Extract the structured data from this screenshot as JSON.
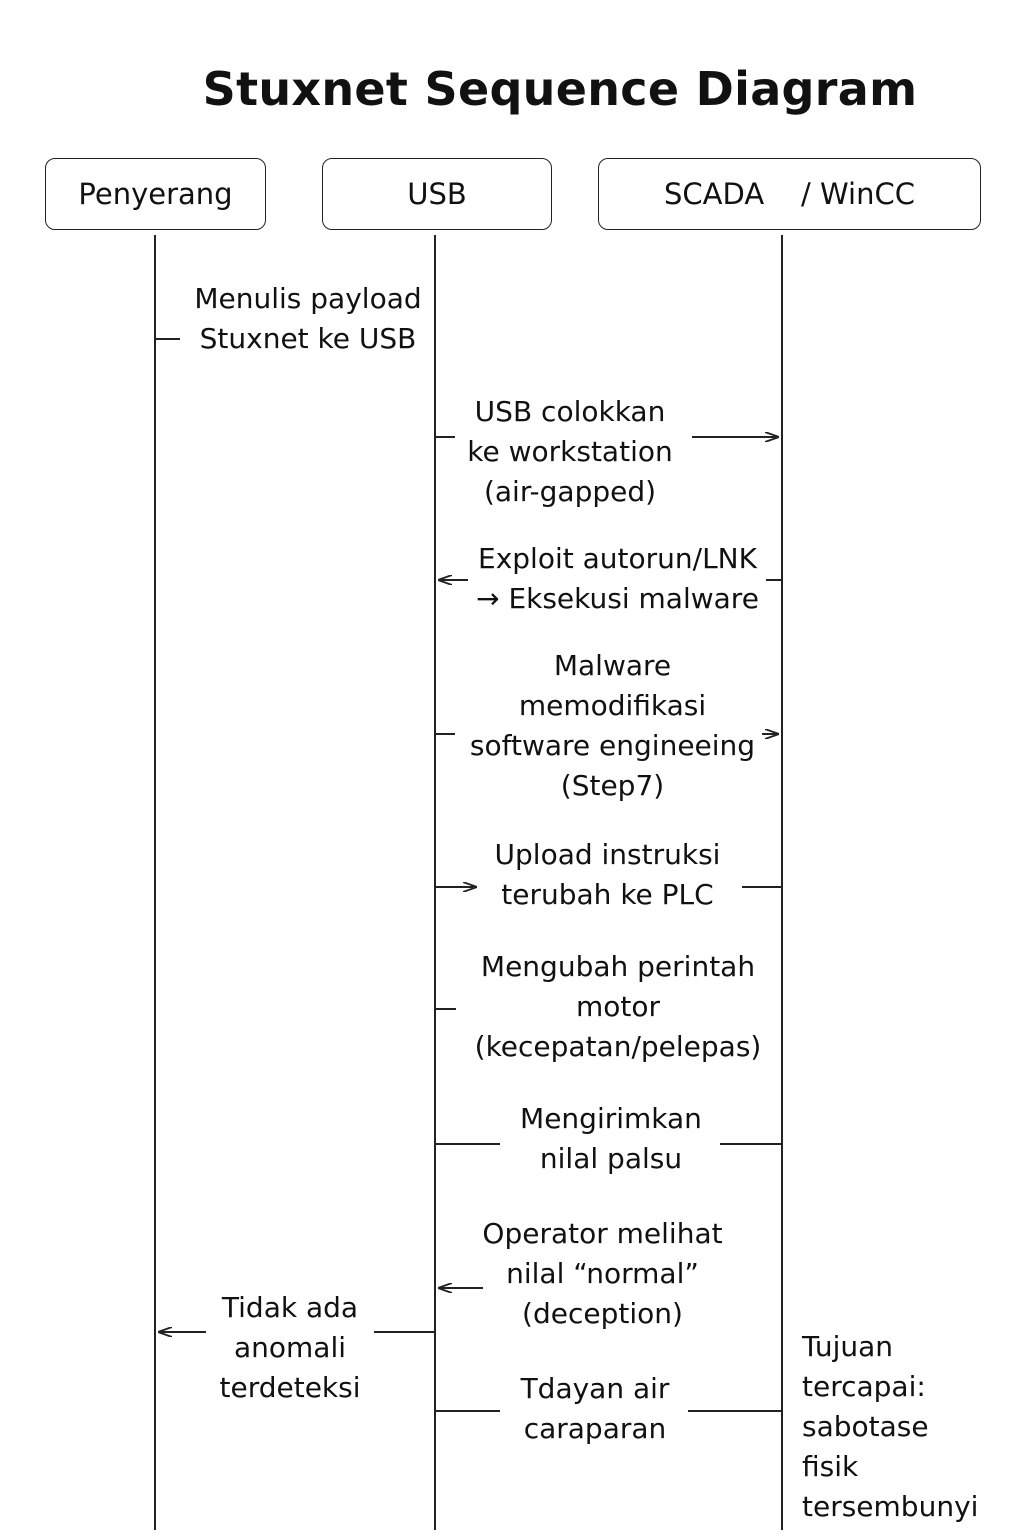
{
  "title": "Stuxnet Sequence Diagram",
  "participants": [
    {
      "label": "Penyerang"
    },
    {
      "label": "USB"
    },
    {
      "label": "SCADA    / WinCC"
    }
  ],
  "messages": [
    {
      "text": "Menulis payload\nStuxnet ke USB"
    },
    {
      "text": "USB colokkan\nke workstation\n(air-gapped)"
    },
    {
      "text": "Exploit autorun/LNK\n→ Eksekusi malware"
    },
    {
      "text": "Malware\nmemodifikasi\nsoftware engineeing\n(Step7)"
    },
    {
      "text": "Upload instruksi\nterubah ke PLC"
    },
    {
      "text": "Mengubah perintah\nmotor\n(kecepatan/pelepas)"
    },
    {
      "text": "Mengirimkan\nnilal palsu"
    },
    {
      "text": "Operator melihat\nnilal “normal”\n(deception)"
    },
    {
      "text": "Tidak ada\nanomali\nterdeteksi"
    },
    {
      "text": "Tdayan air\ncaraparan"
    }
  ],
  "note": {
    "text": "Tujuan\ntercapai:\nsabotase\nfisik\ntersembunyi"
  }
}
